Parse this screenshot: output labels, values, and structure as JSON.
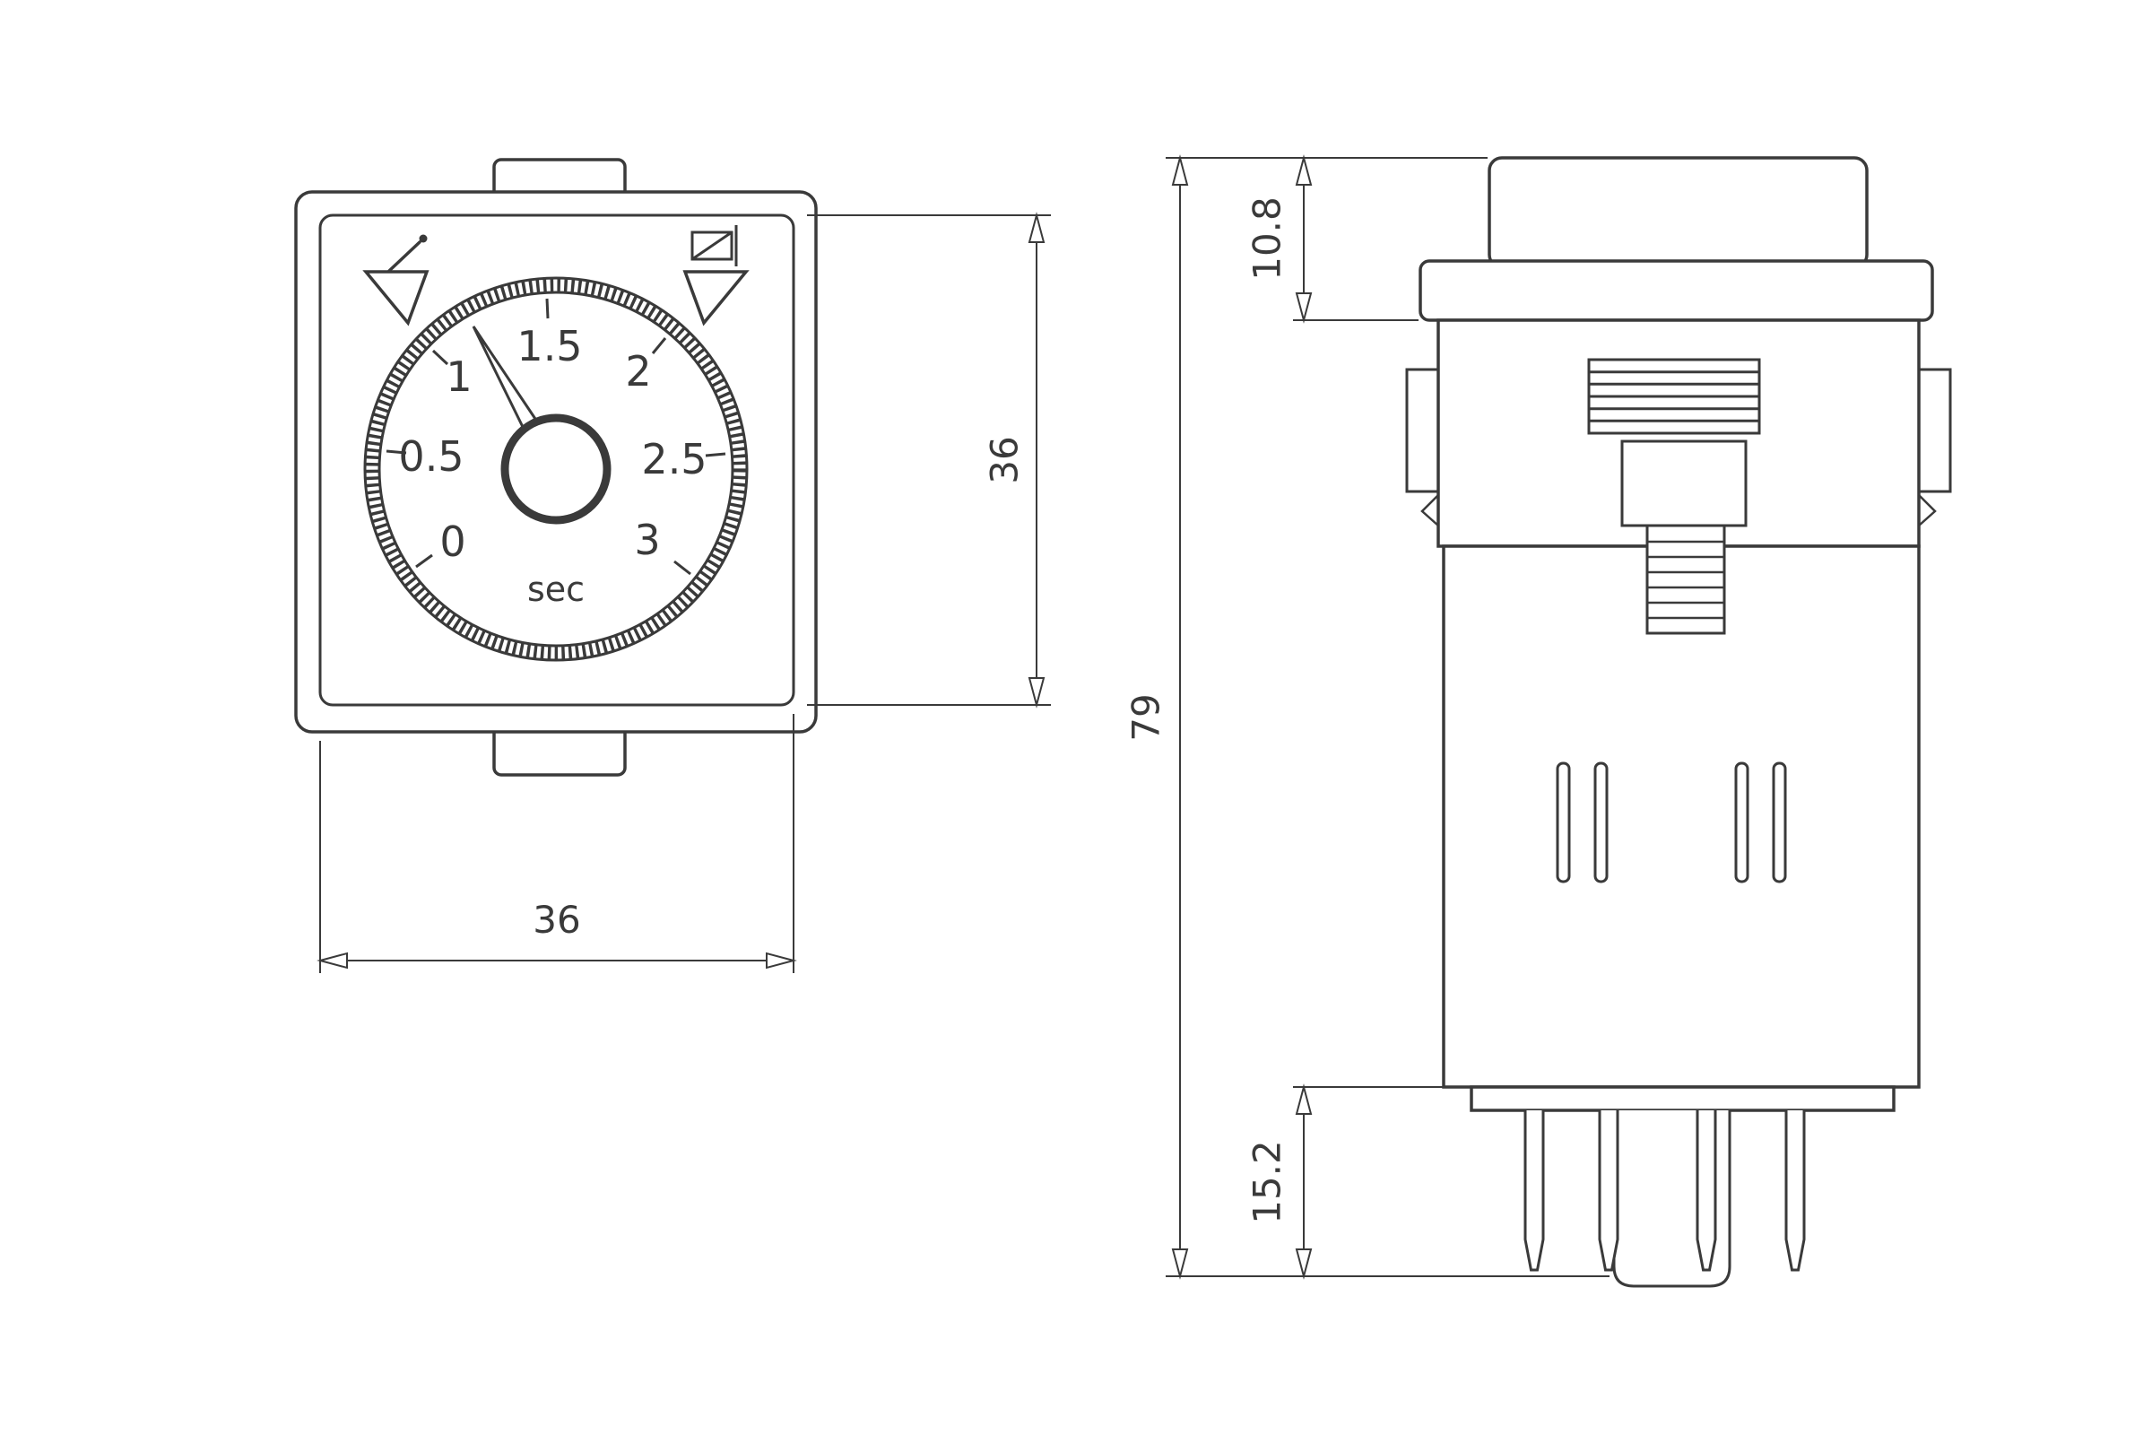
{
  "page": {
    "background": "#ffffff",
    "line_color": "#3a3a3a"
  },
  "front_view": {
    "dial_labels": [
      "0",
      "0.5",
      "1",
      "1.5",
      "2",
      "2.5",
      "3"
    ],
    "unit": "sec",
    "icons": {
      "top_left": "setting-needle-icon",
      "top_left_marker": "pointer-triangle-left-icon",
      "top_right": "relay-contact-icon",
      "top_right_marker": "pointer-triangle-right-icon"
    }
  },
  "dimensions": {
    "front_width": "36",
    "front_height": "36",
    "overall_height": "79",
    "head_height": "10.8",
    "pin_length": "15.2"
  }
}
